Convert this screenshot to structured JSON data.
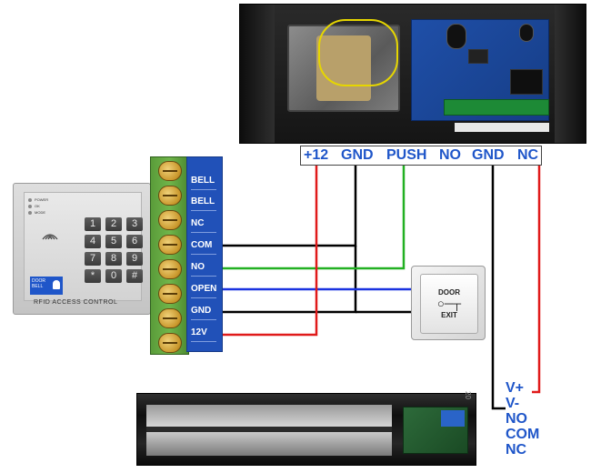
{
  "power_supply": {
    "terminal_labels": [
      "+12",
      "GND",
      "PUSH",
      "NO",
      "GND",
      "NC"
    ]
  },
  "keypad": {
    "indicators": [
      "POWER",
      "OK",
      "MODE"
    ],
    "keys": [
      "1",
      "2",
      "3",
      "4",
      "5",
      "6",
      "7",
      "8",
      "9",
      "*",
      "0",
      "#"
    ],
    "bell_label": "DOOR BELL",
    "brand": "RFID ACCESS CONTROL"
  },
  "terminal_block": {
    "labels": [
      "BELL",
      "BELL",
      "NC",
      "COM",
      "NO",
      "OPEN",
      "GND",
      "12V"
    ]
  },
  "exit_button": {
    "top_label": "DOOR",
    "bottom_label": "EXIT"
  },
  "mag_lock": {
    "side_mark": "20",
    "terminal_labels": [
      "V+",
      "V-",
      "NO",
      "COM",
      "NC"
    ]
  },
  "wire_colors": {
    "red": "#e01a1a",
    "black": "#000000",
    "green": "#22b022",
    "blue": "#1a32e0"
  },
  "label_color": "#1f56c9"
}
